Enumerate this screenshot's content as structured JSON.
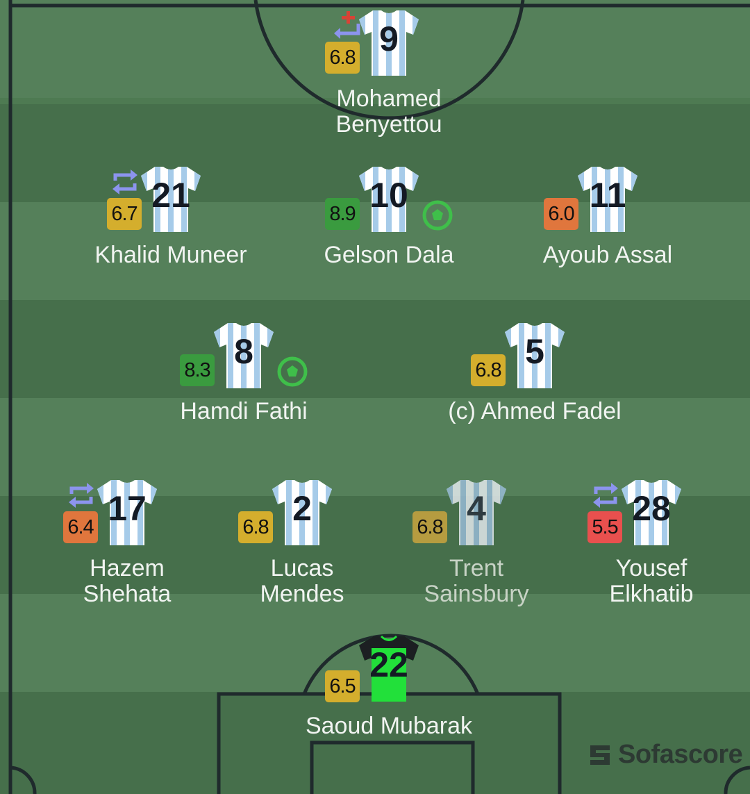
{
  "brand": {
    "name": "Sofascore"
  },
  "colors": {
    "rating_yellow": "#d4ae2d",
    "rating_green": "#3a9b3f",
    "rating_orange": "#e0763d",
    "rating_red": "#e9504e",
    "outfield_shirt": "striped light-blue/white",
    "goalkeeper_shirt": "#22e03a"
  },
  "players": [
    {
      "id": "benyettou",
      "number": "9",
      "rating": "6.8",
      "name": "Mohamed Benyettou",
      "events": [
        "sub-in-icon",
        "injury-cross-icon"
      ]
    },
    {
      "id": "muneer",
      "number": "21",
      "rating": "6.7",
      "name": "Khalid Muneer",
      "events": [
        "substitution-icon"
      ]
    },
    {
      "id": "dala",
      "number": "10",
      "rating": "8.9",
      "name": "Gelson Dala",
      "events": [
        "goal-ball-icon"
      ]
    },
    {
      "id": "assal",
      "number": "11",
      "rating": "6.0",
      "name": "Ayoub Assal",
      "events": []
    },
    {
      "id": "fathi",
      "number": "8",
      "rating": "8.3",
      "name": "Hamdi Fathi",
      "events": [
        "goal-ball-icon"
      ]
    },
    {
      "id": "fadel",
      "number": "5",
      "rating": "6.8",
      "name": "(c) Ahmed Fadel",
      "events": []
    },
    {
      "id": "shehata",
      "number": "17",
      "rating": "6.4",
      "name_line1": "Hazem",
      "name_line2": "Shehata",
      "events": [
        "substitution-icon"
      ]
    },
    {
      "id": "mendes",
      "number": "2",
      "rating": "6.8",
      "name_line1": "Lucas",
      "name_line2": "Mendes",
      "events": []
    },
    {
      "id": "sainsbury",
      "number": "4",
      "rating": "6.8",
      "name_line1": "Trent",
      "name_line2": "Sainsbury",
      "events": []
    },
    {
      "id": "elkhatib",
      "number": "28",
      "rating": "5.5",
      "name_line1": "Yousef",
      "name_line2": "Elkhatib",
      "events": [
        "substitution-icon"
      ]
    },
    {
      "id": "mubarak",
      "number": "22",
      "rating": "6.5",
      "name": "Saoud Mubarak",
      "position": "goalkeeper",
      "events": []
    }
  ]
}
